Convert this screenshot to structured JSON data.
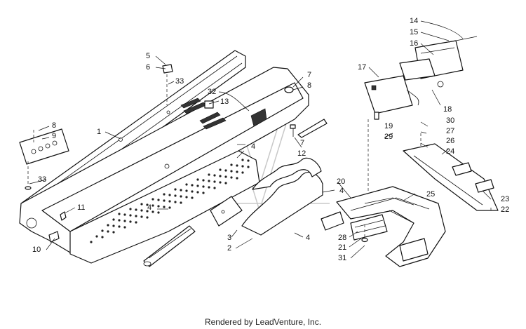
{
  "footer": {
    "credit": "Rendered by LeadVenture, Inc."
  },
  "callouts": [
    {
      "id": "c1",
      "text": "1"
    },
    {
      "id": "c2",
      "text": "2"
    },
    {
      "id": "c3",
      "text": "3"
    },
    {
      "id": "c4a",
      "text": "4"
    },
    {
      "id": "c4b",
      "text": "4"
    },
    {
      "id": "c4c",
      "text": "4"
    },
    {
      "id": "c4d",
      "text": "4"
    },
    {
      "id": "c5",
      "text": "5"
    },
    {
      "id": "c6",
      "text": "6"
    },
    {
      "id": "c7a",
      "text": "7"
    },
    {
      "id": "c7b",
      "text": "7"
    },
    {
      "id": "c8a",
      "text": "8"
    },
    {
      "id": "c8b",
      "text": "8"
    },
    {
      "id": "c9",
      "text": "9"
    },
    {
      "id": "c10",
      "text": "10"
    },
    {
      "id": "c11",
      "text": "11"
    },
    {
      "id": "c12",
      "text": "12"
    },
    {
      "id": "c13",
      "text": "13"
    },
    {
      "id": "c14",
      "text": "14"
    },
    {
      "id": "c15",
      "text": "15"
    },
    {
      "id": "c16",
      "text": "16"
    },
    {
      "id": "c17",
      "text": "17"
    },
    {
      "id": "c18",
      "text": "18"
    },
    {
      "id": "c19",
      "text": "19"
    },
    {
      "id": "c20",
      "text": "20"
    },
    {
      "id": "c21",
      "text": "21"
    },
    {
      "id": "c22",
      "text": "22"
    },
    {
      "id": "c23",
      "text": "23"
    },
    {
      "id": "c24",
      "text": "24"
    },
    {
      "id": "c25",
      "text": "25"
    },
    {
      "id": "c26",
      "text": "26"
    },
    {
      "id": "c27",
      "text": "27"
    },
    {
      "id": "c28",
      "text": "28"
    },
    {
      "id": "c29",
      "text": "29"
    },
    {
      "id": "c30",
      "text": "30"
    },
    {
      "id": "c31",
      "text": "31"
    },
    {
      "id": "c32",
      "text": "32"
    },
    {
      "id": "c33a",
      "text": "33"
    },
    {
      "id": "c33b",
      "text": "33"
    }
  ]
}
